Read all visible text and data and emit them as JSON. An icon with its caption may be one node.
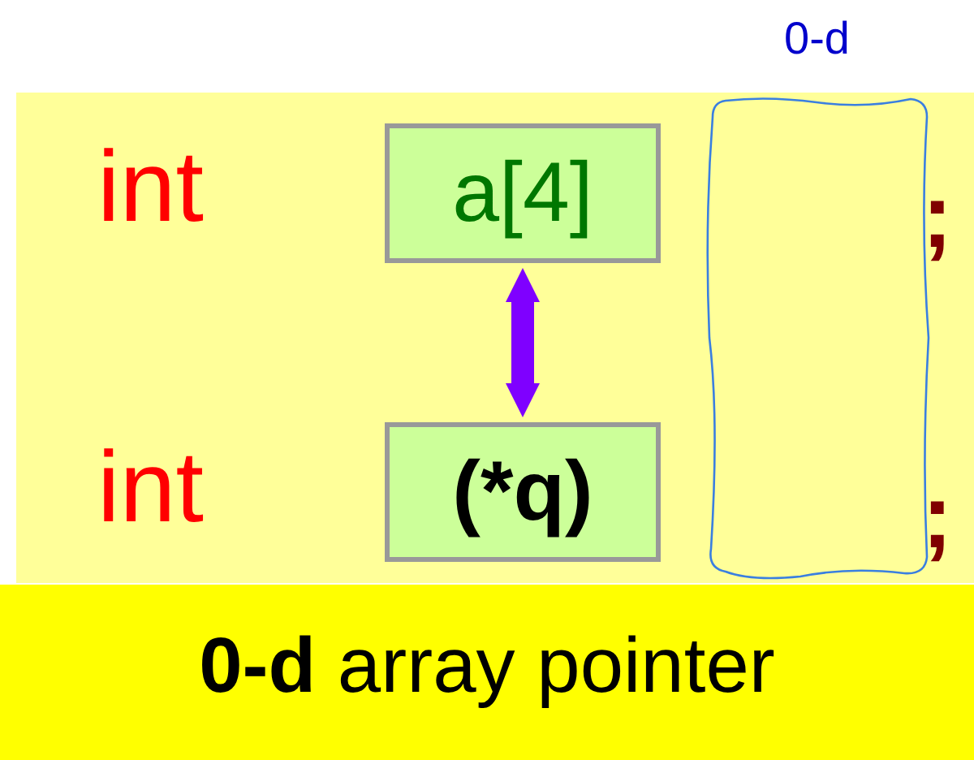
{
  "diagram": {
    "nodes": [
      {
        "text": [
          "a[4]"
        ]
      },
      {
        "text": [
          "(*q)"
        ]
      },
      {
        "text": [
          "0-d"
        ]
      },
      {
        "text": [
          "**0-d** array pointer"
        ]
      }
    ],
    "edges": [
      {
        "from": 0,
        "to": 1,
        "arrow": "both",
        "color": "#7f00ff"
      }
    ],
    "labels": [
      "int",
      ";",
      "int",
      ";"
    ]
  }
}
